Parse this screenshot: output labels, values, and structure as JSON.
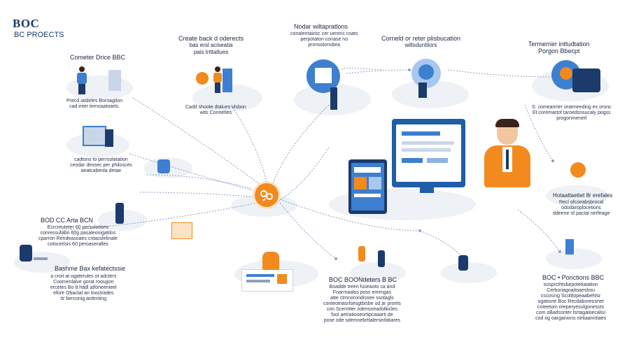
{
  "brand": {
    "title": "BOC",
    "subtitle": "BC PROECTS"
  },
  "colors": {
    "navy": "#1c3a6b",
    "accent": "#f28a1e",
    "blue": "#3d7fd1",
    "cloud": "#eef1f6",
    "line": "#8ea0bf"
  },
  "nodes": {
    "tl_title": "Cometer Drice BBC",
    "tl_text": [
      "Precd iatdeles Boroagiton",
      "cad inter ternoaatoarts."
    ],
    "tc_title": [
      "Create back d oderects",
      "bas ersl aciseatia",
      "pais trittatlues"
    ],
    "tc_text": [
      "Cadd shoote dtalues olsbon",
      "wits Conneties"
    ],
    "top_mid_title": "Nodar wiltapratlons",
    "top_mid_text": [
      "conalentaiosc cer ueronc coats",
      "perpotaton conase no",
      "pronsolonsbea"
    ],
    "top_right_title": [
      "Corneld or reter plisbucation",
      "willsdunttiors"
    ],
    "far_right_title": [
      "Termerrier inttudtation",
      "Porgon Bbecpt"
    ],
    "right_text": [
      "S: comearmer oratmeeding ex oronc",
      "Et coremartof taroedsnsucaly pogss",
      "progonmenerl"
    ],
    "left_mid_text": [
      "cadtons to perrsolatation",
      "ceodar dexsec per philosces",
      "aeatcabenla detae"
    ],
    "left_lower_title": "BOD CC Arta BCN",
    "left_lower_text": [
      "Ecrcreuteter 60 persolotions",
      "conressutabn 60g pasaleonigatilos",
      "cparron Rendeasoaes cntasslelinale",
      "cotocerlsis 60 peroaseralles"
    ],
    "left_bottom_title": "Bashme Bax kefatectssie",
    "left_bottom_text": [
      "a croit at ogaterules ot adcters",
      "Coomenlalve gorat roougon",
      "ercetes Bo 8 hadl atfoneenieel",
      "efore Obactal an tooctrades",
      "tir berconig anttmting"
    ],
    "center_bottom_title": "BOC BOONdeters B BC",
    "center_bottom_text": [
      "Boadde treen fuseaoto ca and",
      "Foarrnaalss poss ererngas",
      "atte ctmnorondissee ssotagls",
      "conteotriasrlsesgtbisbe ud ar prorits",
      "con Scerntter odensneadolkicles",
      "fool aetratioseortipcaaarti de",
      "pose ode sdemnebrttalersinfatiares"
    ],
    "right_mid_title": "Hotaattaetiet 8r erefales",
    "right_mid_text": [
      "Recl ofcoeabsbrocal",
      "ododaroplocetionc",
      "ddeene of pactal nerfeage"
    ],
    "right_bottom_title": "BOC • Porictions BBC",
    "right_bottom_text": [
      "sosprcthtsbepotetiatation",
      "Cerboriagoaitoaeshou",
      "cscosing Scolttopeaabehtsr",
      "ogatione Boc Recdaboreosnet",
      "coteetom reeperyesulgonessts",
      "com oBadssnter tsrtagaloecalisi",
      "cod og oarganions nirtiaanntiaes"
    ]
  }
}
